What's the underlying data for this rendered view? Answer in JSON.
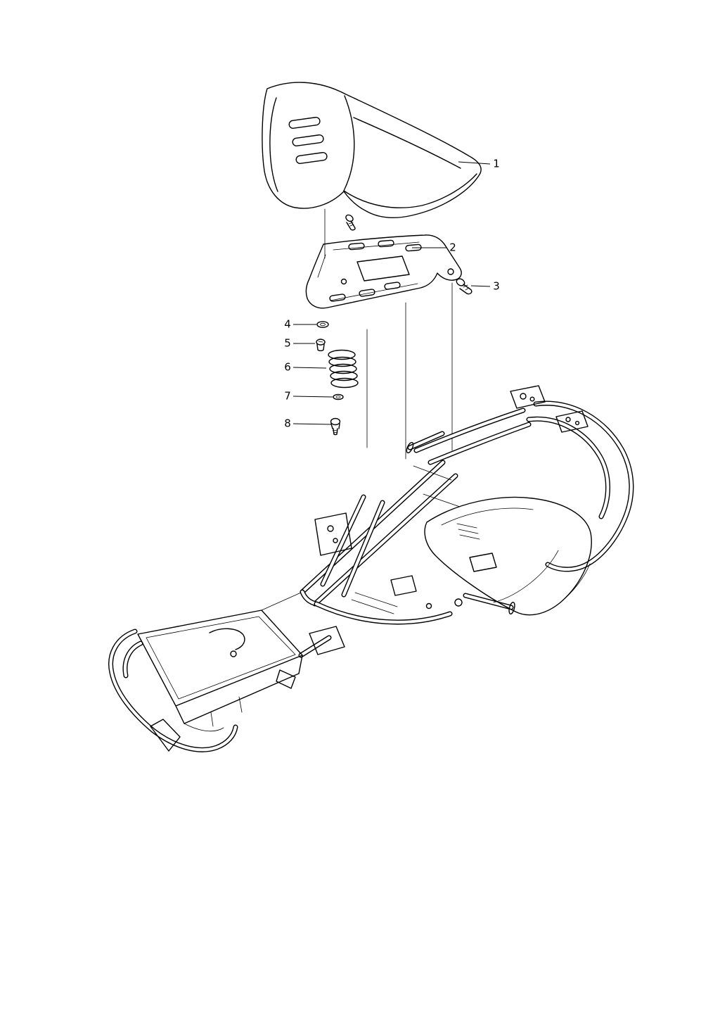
{
  "page": {
    "background_color": "#ffffff",
    "line_color": "#000000"
  },
  "diagram": {
    "type": "exploded-parts-diagram",
    "callouts": [
      {
        "label": "1",
        "part": "seat"
      },
      {
        "label": "2",
        "part": "seat-mounting-plate"
      },
      {
        "label": "3",
        "part": "screw"
      },
      {
        "label": "4",
        "part": "washer"
      },
      {
        "label": "5",
        "part": "screw"
      },
      {
        "label": "6",
        "part": "spring"
      },
      {
        "label": "7",
        "part": "washer"
      },
      {
        "label": "8",
        "part": "screw"
      }
    ]
  }
}
